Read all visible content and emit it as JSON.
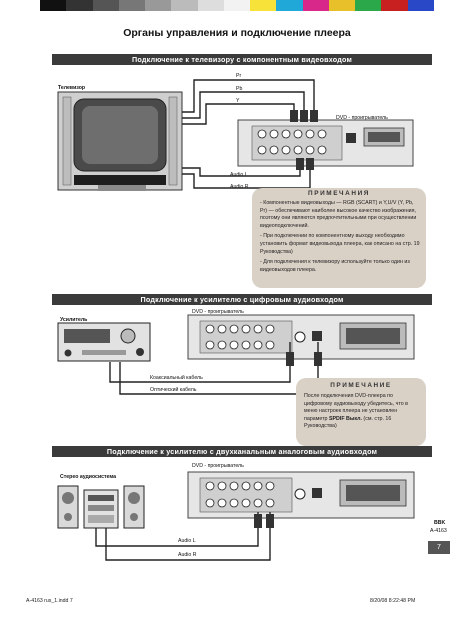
{
  "page": {
    "title": "Органы управления и подключение плеера",
    "page_number": "7"
  },
  "sections": {
    "tv": {
      "heading": "Подключение к телевизору с компонентным видеовходом",
      "tv_label": "Телевизор",
      "player_label": "DVD - проигрыватель",
      "cable_pr": "Pr",
      "cable_pb": "Pb",
      "cable_y": "Y",
      "audio_l": "Audio L",
      "audio_r": "Audio R",
      "note": {
        "heading": "ПРИМЕЧАНИЯ",
        "p1": "- Компонентные видеовыходы — RGB (SCART) и Y,U/V (Y, Pb, Pr) — обеспечивают наиболее высокое качество изображения, поэтому они являются предпочтительными при осуществлении видеоподключений.",
        "p2": "- При подключении по компонентному выходу необходимо установить формат видеовыхода плеера, как описано на стр. 19 Руководства)",
        "p3": "- Для подключения к телевизору используйте только один из видеовыходов плеера."
      }
    },
    "digital": {
      "heading": "Подключение к усилителю с цифровым аудиовходом",
      "amp_label": "Усилитель",
      "player_label": "DVD - проигрыватель",
      "coax_label": "Коаксиальный кабель",
      "optical_label": "Оптический кабель",
      "note": {
        "heading": "ПРИМЕЧАНИЕ",
        "text_before": "После подключения DVD-плеера по цифровому аудиовыходу убедитесь, что в меню настроек плеера не установлен параметр ",
        "param": "SPDIF Выкл.",
        "text_after": " (см. стр. 16 Руководства)"
      }
    },
    "analog": {
      "heading": "Подключение к усилителю с двухканальным аналоговым аудиовходом",
      "stereo_label": "Стерео аудиосистема",
      "player_label": "DVD - проигрыватель",
      "audio_l": "Audio L",
      "audio_r": "Audio R"
    }
  },
  "side_marks": {
    "line1": "BBK",
    "line2": "A-4163"
  },
  "footer": {
    "file": "A-4163 rus_1.indd   7",
    "date": "8/20/08   8:22:48 PM"
  },
  "colors": {
    "section_bar": "#3b3b3b",
    "note_bg": "#d9d0c6",
    "topbar": [
      "#111111",
      "#333333",
      "#555555",
      "#777777",
      "#999999",
      "#bbbbbb",
      "#dddddd",
      "#f2f2f2",
      "#f7e23a",
      "#20a8d8",
      "#d8288a",
      "#e8c02a",
      "#2aa84a",
      "#c82020",
      "#2848c8"
    ]
  }
}
